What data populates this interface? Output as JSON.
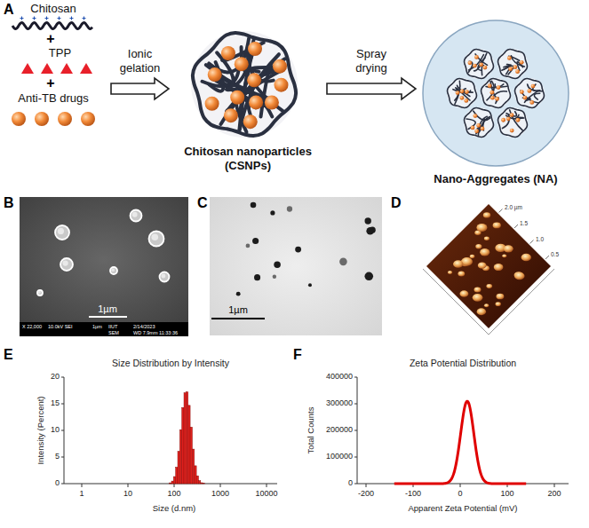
{
  "diagram": {
    "nodes": [
      {
        "text": [
          "Chitosan"
        ]
      },
      {
        "text": [
          "TPP"
        ]
      },
      {
        "text": [
          "Anti-TB drugs"
        ]
      },
      {
        "text": [
          "Chitosan nanoparticles (CSNPs)"
        ]
      },
      {
        "text": [
          "Nano-Aggregates (NA)"
        ]
      }
    ],
    "edges": [
      {
        "from": 1,
        "to": 3,
        "label": "Ionic gelation",
        "arrow": "to"
      },
      {
        "from": 3,
        "to": 4,
        "label": "Spray drying",
        "arrow": "to"
      }
    ],
    "labels": [
      "A",
      "+",
      "+",
      "B",
      "X 22,000",
      "10.0kV SEI",
      "1µm",
      "IIUT",
      "SEM",
      "2/14/2023",
      "WD 7.9mm 11:33:36",
      "1µm",
      "C",
      "1µm",
      "D",
      "2.0 µm",
      "1.5",
      "1.0",
      "0.5",
      "E",
      "Size Distribution by Intensity",
      "Intensity (Percent)",
      "0",
      "5",
      "10",
      "15",
      "20",
      "1",
      "10",
      "100",
      "1000",
      "10000",
      "Size (d.nm)",
      "F",
      "Zeta Potential Distribution",
      "Total Counts",
      "0",
      "100000",
      "200000",
      "300000",
      "400000",
      "-200",
      "-100",
      "0",
      "100",
      "200",
      "Apparent Zeta Potential (mV)"
    ]
  }
}
